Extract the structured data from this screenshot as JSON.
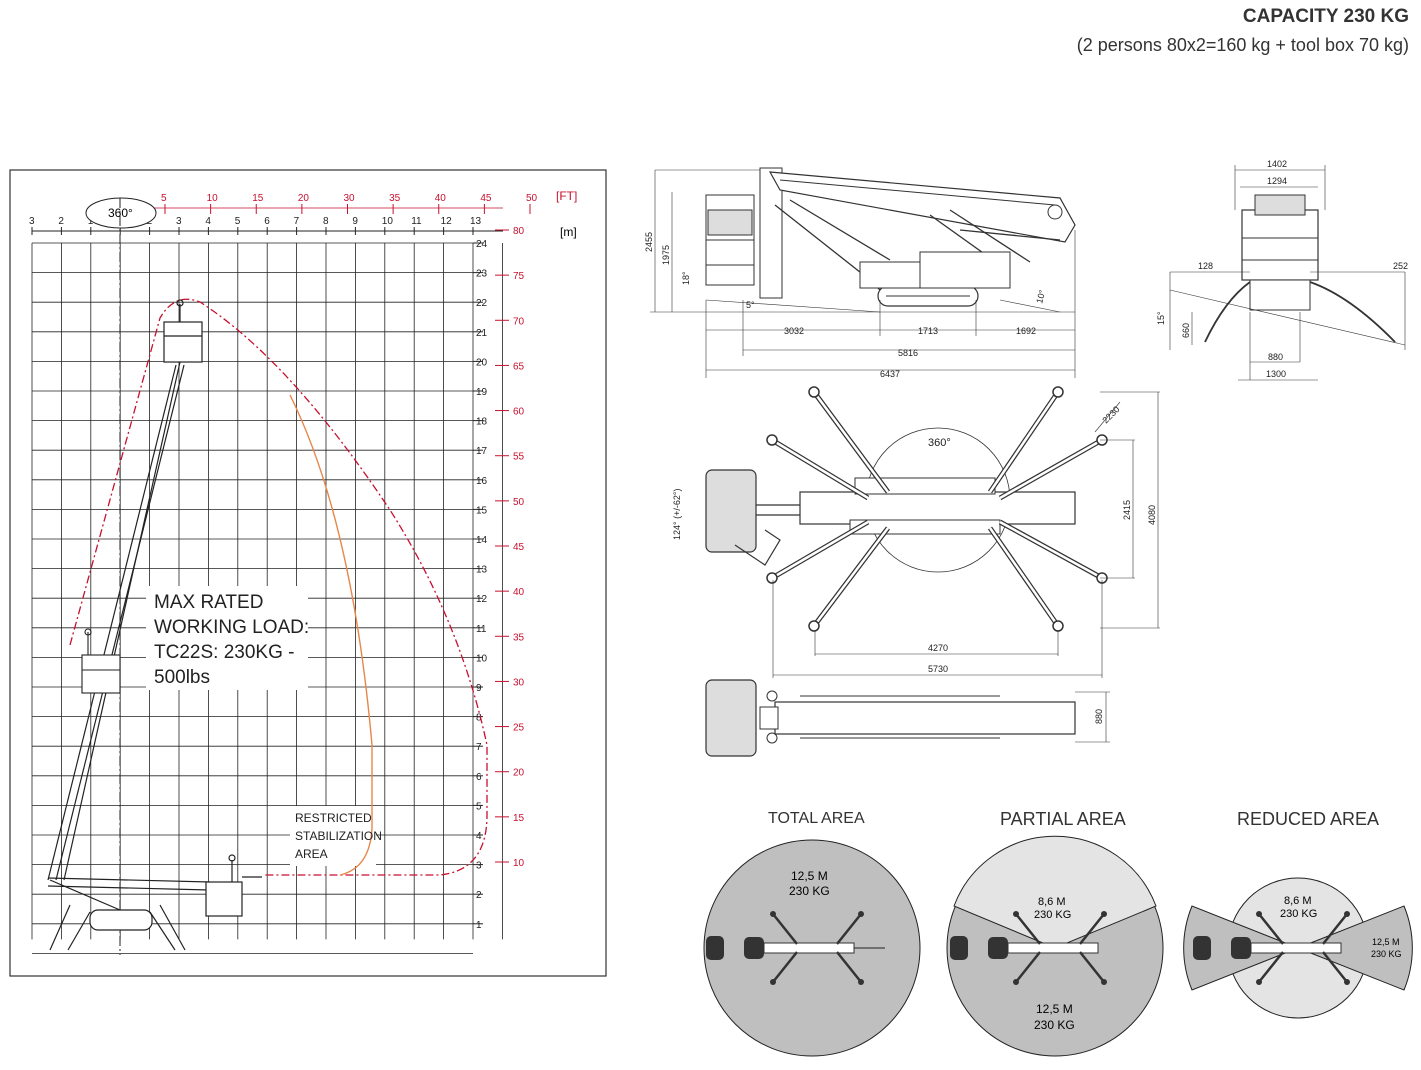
{
  "capacity": {
    "title": "CAPACITY 230 KG",
    "subtitle": "(2 persons 80x2=160 kg + tool box 70 kg)"
  },
  "working_range": {
    "rotation_label": "360°",
    "unit_m": "[m]",
    "unit_ft": "[FT]",
    "x_ticks_m": [
      "3",
      "2",
      "1",
      "1",
      "2",
      "3",
      "4",
      "5",
      "6",
      "7",
      "8",
      "9",
      "10",
      "11",
      "12",
      "13"
    ],
    "x_ticks_ft": [
      "5",
      "10",
      "15",
      "20",
      "30",
      "35",
      "40",
      "45",
      "50"
    ],
    "y_ticks_m": [
      "24",
      "23",
      "22",
      "21",
      "20",
      "19",
      "18",
      "17",
      "16",
      "15",
      "14",
      "13",
      "12",
      "11",
      "10",
      "9",
      "8",
      "7",
      "6",
      "5",
      "4",
      "3",
      "2",
      "1"
    ],
    "y_ticks_ft": [
      "80",
      "75",
      "70",
      "65",
      "60",
      "55",
      "50",
      "45",
      "40",
      "35",
      "30",
      "25",
      "20",
      "15",
      "10"
    ],
    "load_label": [
      "MAX RATED",
      "WORKING LOAD:",
      "TC22S: 230KG -",
      "500lbs"
    ],
    "restricted_label": [
      "RESTRICTED",
      "STABILIZATION",
      "AREA"
    ]
  },
  "side_view": {
    "dims": [
      "2455",
      "1975",
      "3032",
      "1713",
      "1692",
      "5816",
      "6437"
    ],
    "angles": [
      "18°",
      "5°",
      "10°"
    ]
  },
  "front_view": {
    "dims": [
      "1402",
      "1294",
      "128",
      "252",
      "660",
      "880",
      "1300"
    ],
    "angles": [
      "15°"
    ]
  },
  "top_view": {
    "rotation_label": "360°",
    "swing_label": "124° (+/-62°)",
    "dims": [
      "2230",
      "2415",
      "4080",
      "4270",
      "5730",
      "880"
    ]
  },
  "areas": [
    {
      "title": "TOTAL AREA",
      "labels": [
        "12,5 M",
        "230 KG"
      ]
    },
    {
      "title": "PARTIAL AREA",
      "labels": [
        "8,6 M",
        "230 KG",
        "12,5 M",
        "230 KG"
      ]
    },
    {
      "title": "REDUCED AREA",
      "labels": [
        "8,6 M",
        "230 KG",
        "12,5 M",
        "230 KG"
      ]
    }
  ],
  "colors": {
    "red": "#c8102e",
    "orange": "#e8864a",
    "grid": "#222222",
    "area_fill": "#bfbfbf",
    "area_light": "#e4e4e4"
  }
}
